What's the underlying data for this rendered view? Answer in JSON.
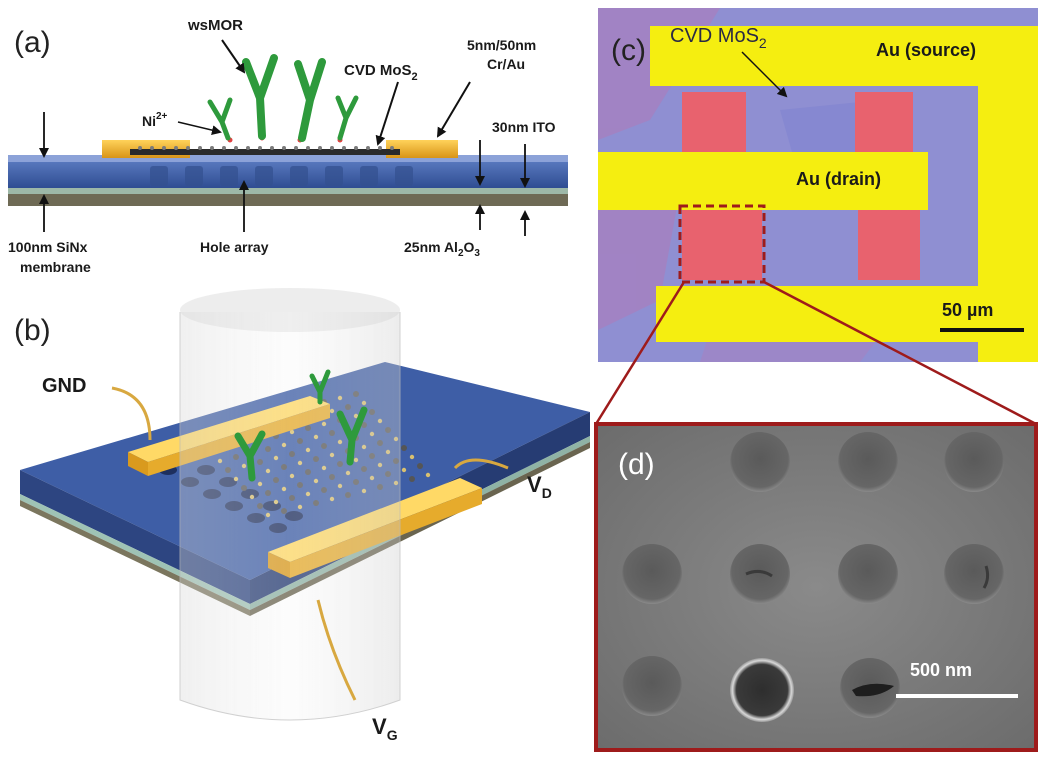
{
  "panels": {
    "a": {
      "label": "(a)",
      "wsmor": "wsMOR",
      "ni_main": "Ni",
      "ni_sup": "2+",
      "cvd_main": "CVD MoS",
      "cvd_sub": "2",
      "crau_1": "5nm/50nm",
      "crau_2": "Cr/Au",
      "ito": "30nm ITO",
      "sinx_1": "100nm SiNx",
      "sinx_2": "membrane",
      "hole_array": "Hole array",
      "al2o3_a": "25nm Al",
      "al2o3_sub1": "2",
      "al2o3_b": "O",
      "al2o3_sub2": "3"
    },
    "b": {
      "label": "(b)",
      "gnd": "GND",
      "vd_main": "V",
      "vd_sub": "D",
      "vg_main": "V",
      "vg_sub": "G"
    },
    "c": {
      "label": "(c)",
      "cvd_main": "CVD MoS",
      "cvd_sub": "2",
      "source": "Au (source)",
      "drain": "Au (drain)",
      "scale": "50 µm"
    },
    "d": {
      "label": "(d)",
      "scale": "500 nm"
    }
  },
  "colors": {
    "gold": "#f2b42a",
    "green": "#2e9a3c",
    "substrate_blue": "#3f5fa8",
    "micro_yellow": "#f5ee10",
    "micro_purple": "#8a86c8",
    "micro_red": "#e8626e",
    "sem_gray": "#7d7d7d",
    "frame_red": "#9e1b1b"
  }
}
